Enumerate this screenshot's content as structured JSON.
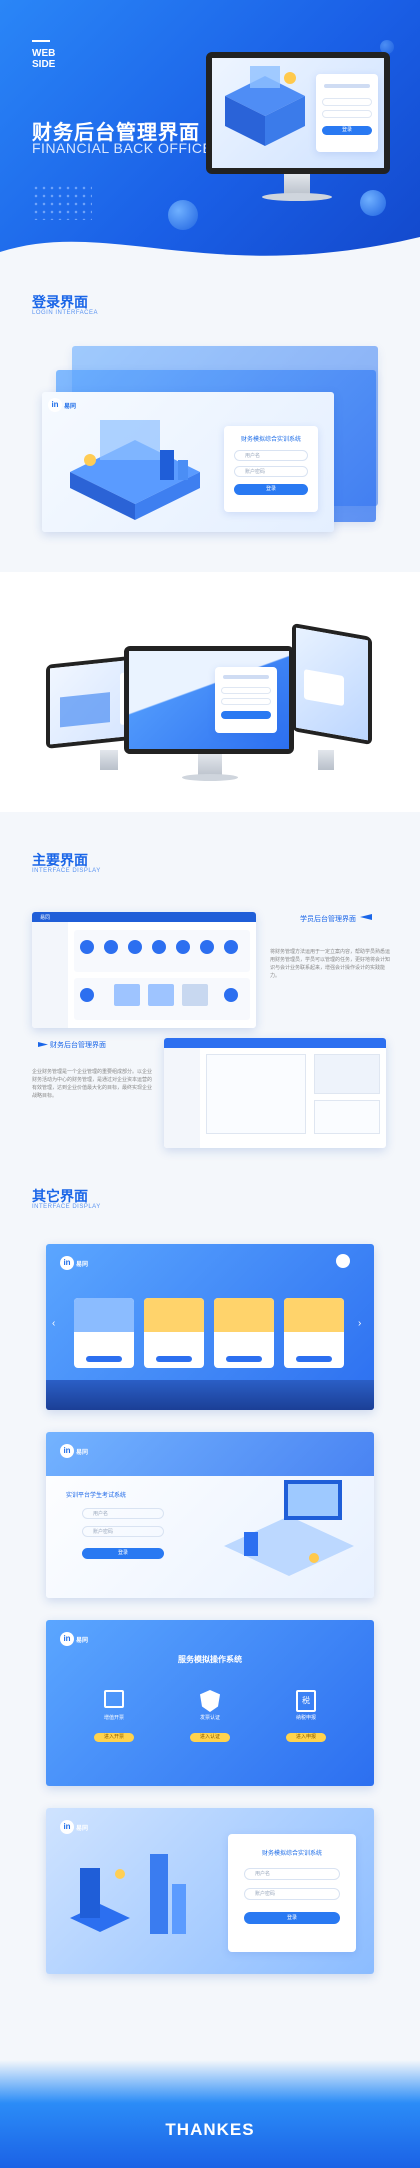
{
  "hero": {
    "brand_line1": "WEB",
    "brand_line2": "SIDE",
    "title_cn": "财务后台管理界面",
    "title_en": "FINANCIAL BACK OFFICE",
    "screen_button": "登录"
  },
  "login_section": {
    "title": "登录界面",
    "subtitle": "LOGIN INTERFACEA",
    "logo_text": "易同",
    "system_title": "财务模拟综合实训系统",
    "username_placeholder": "用户名",
    "password_placeholder": "账户密码",
    "login_button": "登录"
  },
  "main_section": {
    "title": "主要界面",
    "subtitle": "INTERFACE DISPLAY",
    "student_label": "学员后台管理界面",
    "finance_label": "财务后台管理界面",
    "student_desc": "将财务管理方法运用于一定立案内容，帮助学员熟悉运用财务管理员，学员可以管理的任务，更好地将会计知识与会计业务联系起来，增强会计操作设计的实践能力。",
    "finance_desc": "企业财务管理是一个企业管理的重要组成部分。以企业财务活动为中心的财务管理，是通过对企业资本运营的有效管理，达到企业价值最大化的目标，最终实现企业战略目标。",
    "app_header": "易同"
  },
  "other_section": {
    "title": "其它界面",
    "subtitle": "INTERFACE DISPLAY",
    "logo_text": "易同",
    "exam_title": "实训平台学生考试系统",
    "exam_user": "用户名",
    "exam_pass": "账户密码",
    "exam_button": "登录",
    "service_title": "服务模拟操作系统",
    "services": [
      {
        "label": "增值开票",
        "button": "进入开票"
      },
      {
        "label": "发票认证",
        "button": "进入认证"
      },
      {
        "label": "纳税申报",
        "button": "进入申报"
      }
    ],
    "tax_glyph": "税",
    "final_title": "财务模拟综合实训系统",
    "final_user": "用户名",
    "final_pass": "账户密码",
    "final_button": "登录"
  },
  "footer": {
    "text": "THANKES"
  },
  "colors": {
    "primary": "#1a66e8",
    "accent": "#2979f2",
    "light": "#5ba6ff"
  }
}
